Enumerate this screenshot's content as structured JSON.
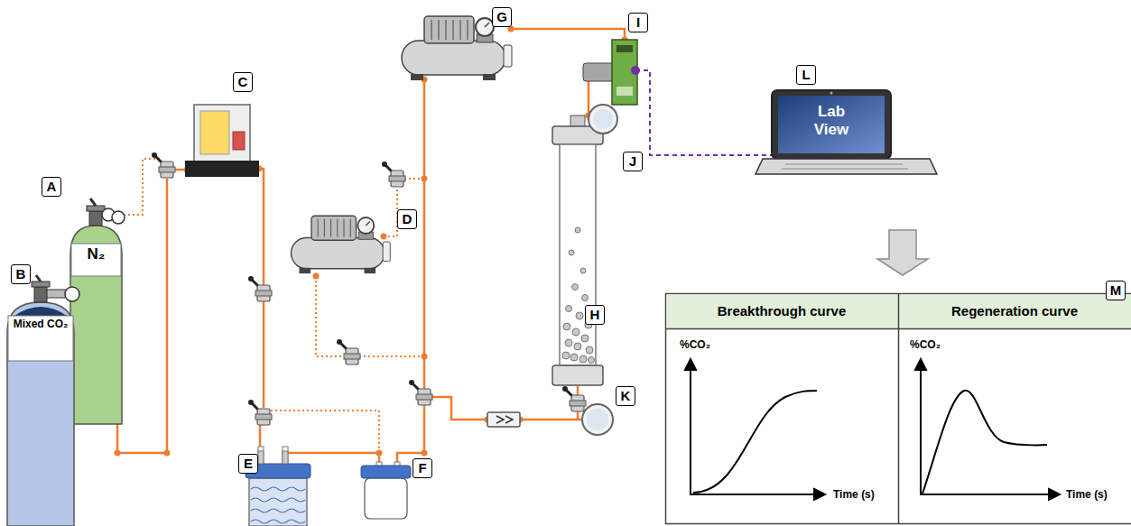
{
  "diagram": {
    "nodes": [
      {
        "text": [
          "N₂"
        ]
      },
      {
        "text": [
          "Mixed CO₂"
        ]
      },
      {
        "text": [
          "Lab View"
        ]
      },
      {
        "text": [
          "M"
        ]
      },
      {
        "text": [
          "Breakthrough curve",
          "%CO₂",
          "Time (s)"
        ],
        "in": 3
      },
      {
        "text": [
          "Regeneration curve",
          "%CO₂",
          "Time (s)"
        ],
        "in": 3
      }
    ],
    "edges": [
      {
        "from": 2,
        "to": 3,
        "arrow": "to"
      }
    ],
    "labels": [
      "A",
      "B",
      "C",
      "D",
      "E",
      "F",
      "G",
      "H",
      "I",
      "J",
      "K",
      "L"
    ]
  }
}
